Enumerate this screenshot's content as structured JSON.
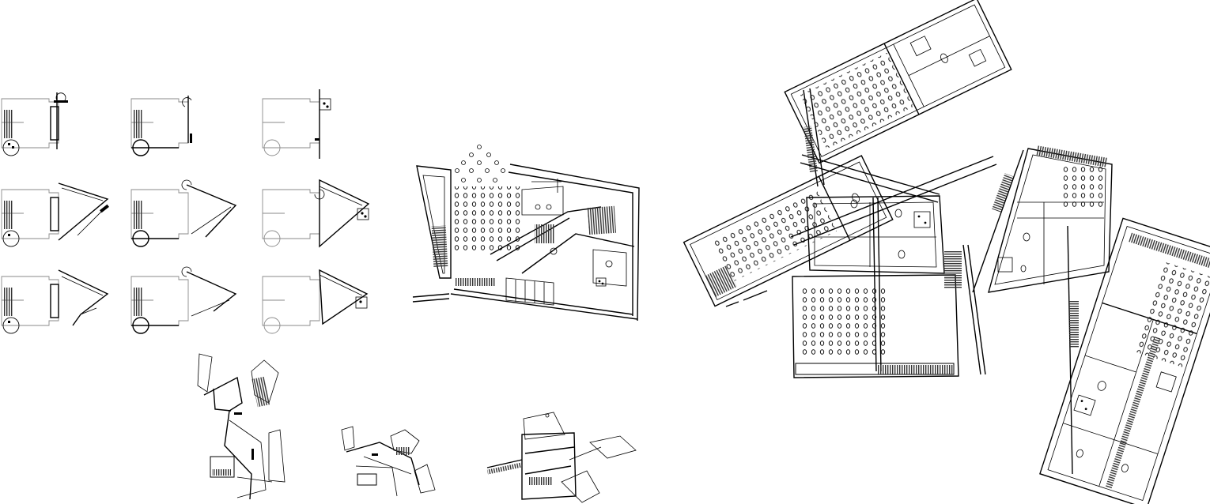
{
  "canvas": {
    "background": "#ffffff",
    "ink": "#000000",
    "secondary_ink": "#8a8a8a"
  },
  "figure": {
    "type": "architectural plan drawings",
    "panels": [
      "diagram-matrix-3x3",
      "site-plan-fragments",
      "floor-plan-center",
      "floor-plan-composite-right"
    ]
  }
}
